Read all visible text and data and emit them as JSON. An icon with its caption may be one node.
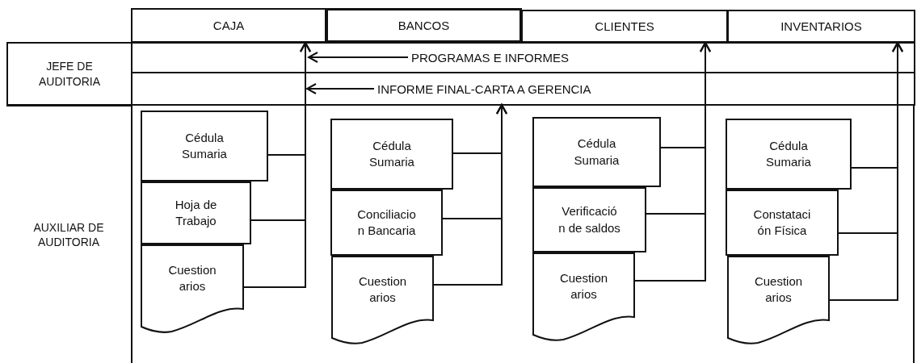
{
  "diagram": {
    "nodes": [
      {
        "text": [
          "CAJA"
        ]
      },
      {
        "text": [
          "BANCOS"
        ]
      },
      {
        "text": [
          "CLIENTES"
        ]
      },
      {
        "text": [
          "INVENTARIOS"
        ]
      },
      {
        "text": [
          "JEFE DE AUDITORIA"
        ]
      },
      {
        "text": [
          "PROGRAMAS E INFORMES"
        ]
      },
      {
        "text": [
          "INFORME FINAL-CARTA A GERENCIA"
        ]
      },
      {
        "text": [
          "AUXILIAR DE AUDITORIA"
        ]
      },
      {
        "text": [
          "Cédula Sumaria"
        ]
      },
      {
        "text": [
          "Hoja de Trabajo"
        ]
      },
      {
        "text": [
          "Cuestion arios"
        ]
      },
      {
        "text": [
          "Cédula Sumaria"
        ]
      },
      {
        "text": [
          "Conciliacio n Bancaria"
        ]
      },
      {
        "text": [
          "Cuestion arios"
        ]
      },
      {
        "text": [
          "Cédula Sumaria"
        ]
      },
      {
        "text": [
          "Verificació n de saldos"
        ]
      },
      {
        "text": [
          "Cuestion arios"
        ]
      },
      {
        "text": [
          "Cédula Sumaria"
        ]
      },
      {
        "text": [
          "Constataci ón Física"
        ]
      },
      {
        "text": [
          "Cuestion arios"
        ]
      }
    ],
    "edges": [
      {
        "from": 5,
        "to": 0,
        "arrow": "to"
      },
      {
        "from": 6,
        "to": null,
        "arrow": "to"
      },
      {
        "from": 8,
        "to": 0,
        "arrow": "to"
      },
      {
        "from": 9,
        "to": 0,
        "arrow": "to"
      },
      {
        "from": 10,
        "to": 0,
        "arrow": "to"
      },
      {
        "from": 11,
        "to": 6,
        "arrow": "to"
      },
      {
        "from": 12,
        "to": 6,
        "arrow": "to"
      },
      {
        "from": 13,
        "to": 6,
        "arrow": "to"
      },
      {
        "from": 14,
        "to": 2,
        "arrow": "to"
      },
      {
        "from": 15,
        "to": 2,
        "arrow": "to"
      },
      {
        "from": 16,
        "to": 2,
        "arrow": "to"
      },
      {
        "from": 17,
        "to": 3,
        "arrow": "to"
      },
      {
        "from": 18,
        "to": 3,
        "arrow": "to"
      },
      {
        "from": 19,
        "to": 3,
        "arrow": "to"
      }
    ]
  }
}
